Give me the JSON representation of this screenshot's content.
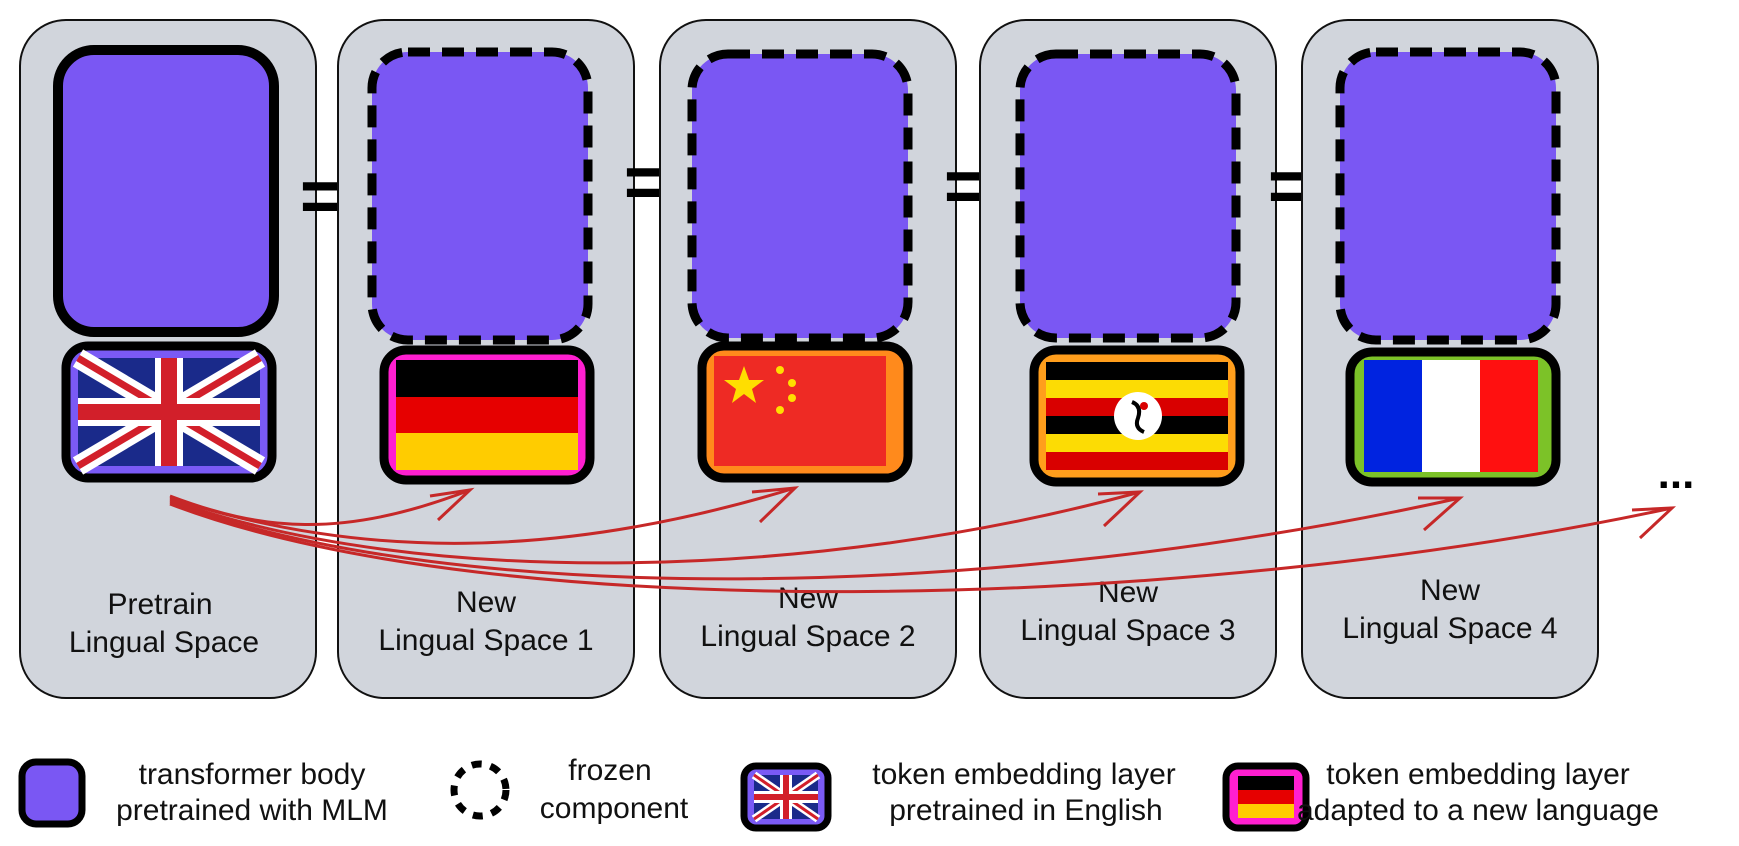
{
  "panels": [
    {
      "line1": "Pretrain",
      "line2": "Lingual Space",
      "flag": "uk",
      "frame_color": "#7a5af5",
      "frozen": false
    },
    {
      "line1": "New",
      "line2": "Lingual Space 1",
      "flag": "germany",
      "frame_color": "#ff1fd0",
      "frozen": true
    },
    {
      "line1": "New",
      "line2": "Lingual Space 2",
      "flag": "china",
      "frame_color": "#ff8a1c",
      "frozen": true
    },
    {
      "line1": "New",
      "line2": "Lingual Space 3",
      "flag": "uganda",
      "frame_color": "#ff9e1c",
      "frozen": true
    },
    {
      "line1": "New",
      "line2": "Lingual Space 4",
      "flag": "france",
      "frame_color": "#7cc228",
      "frozen": true
    }
  ],
  "equals_symbol": "=",
  "ellipsis": "...",
  "legend": [
    {
      "icon": "transformer-body",
      "line1": "transformer body",
      "line2": "pretrained with MLM"
    },
    {
      "icon": "frozen-dashed",
      "line1": "frozen",
      "line2": "component"
    },
    {
      "icon": "uk-embedding",
      "line1": "token embedding layer",
      "line2": "pretrained in English"
    },
    {
      "icon": "de-embedding",
      "line1": "token embedding layer",
      "line2": "adapted to a new language"
    }
  ],
  "colors": {
    "panel_bg": "#d1d5dc",
    "body_fill": "#7a57f3",
    "arrow": "#c62828",
    "outline": "#000000"
  }
}
